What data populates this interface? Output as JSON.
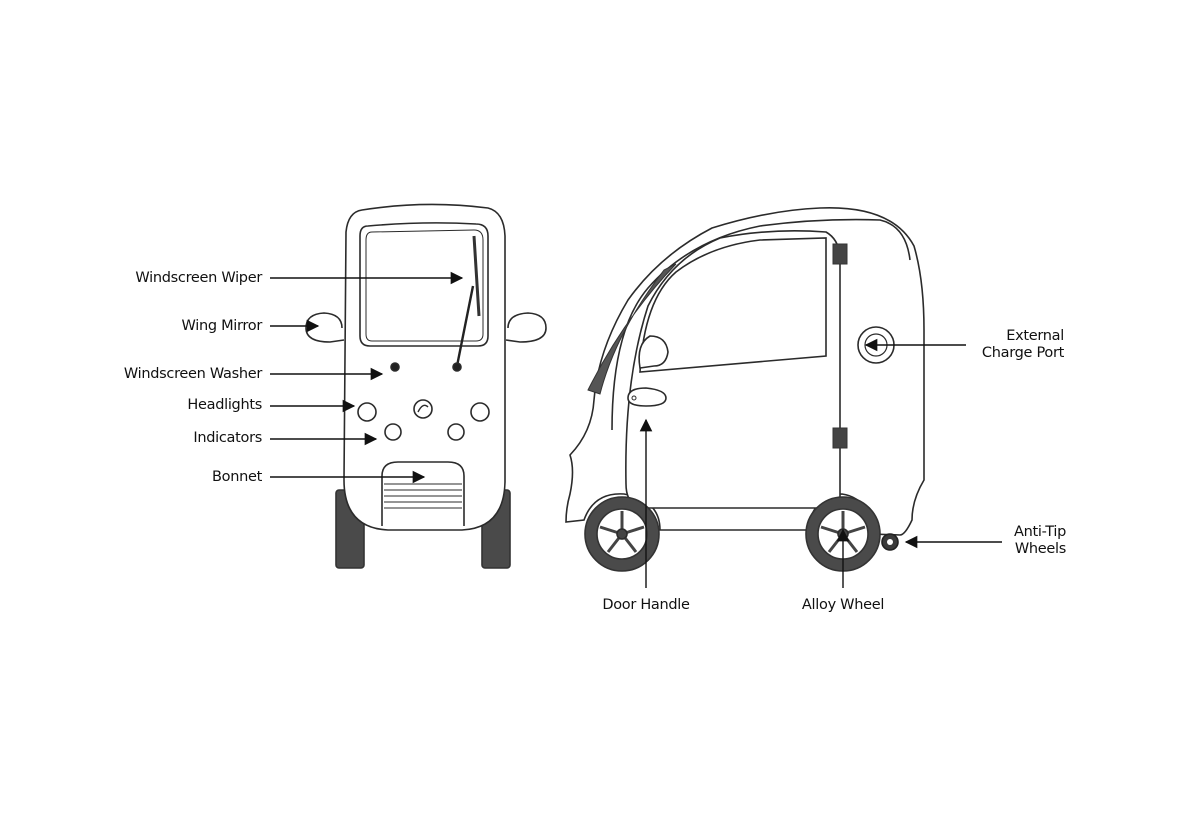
{
  "diagram": {
    "stroke_color": "#2b2b2b",
    "tyre_color": "#4a4a4a",
    "background": "#ffffff",
    "front_view_labels": [
      {
        "id": "windscreen-wiper",
        "text": "Windscreen Wiper"
      },
      {
        "id": "wing-mirror",
        "text": "Wing Mirror"
      },
      {
        "id": "windscreen-washer",
        "text": "Windscreen Washer"
      },
      {
        "id": "headlights",
        "text": "Headlights"
      },
      {
        "id": "indicators",
        "text": "Indicators"
      },
      {
        "id": "bonnet",
        "text": "Bonnet"
      }
    ],
    "side_view_labels": [
      {
        "id": "external-charge-port",
        "lines": [
          "External",
          "Charge Port"
        ]
      },
      {
        "id": "anti-tip-wheels",
        "lines": [
          "Anti-Tip",
          "Wheels"
        ]
      },
      {
        "id": "door-handle",
        "text": "Door Handle"
      },
      {
        "id": "alloy-wheel",
        "text": "Alloy Wheel"
      }
    ]
  }
}
